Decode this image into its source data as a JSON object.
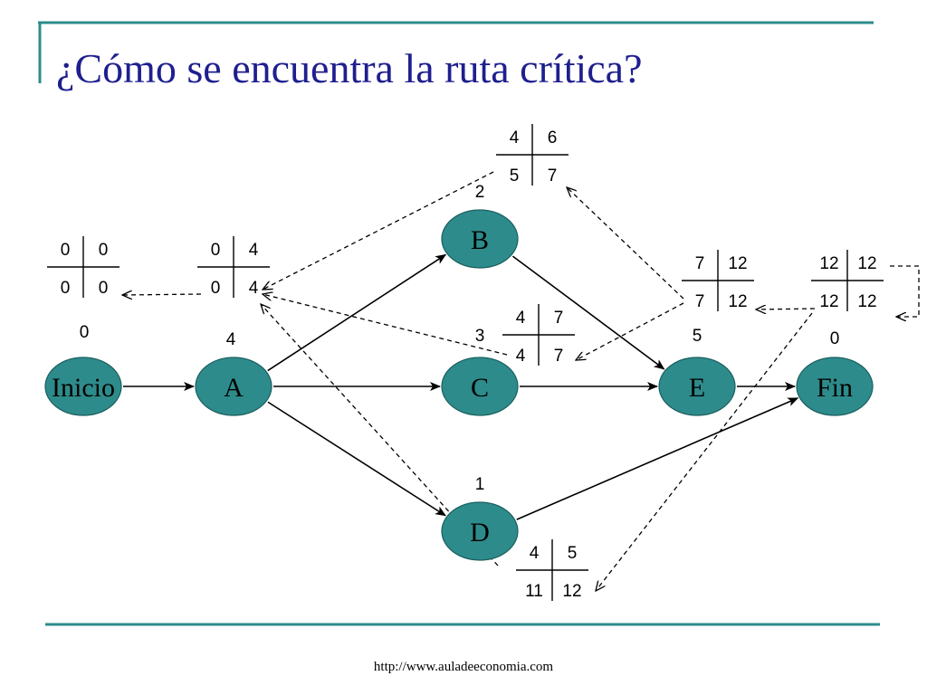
{
  "title": "¿Cómo se encuentra la ruta crítica?",
  "footer": "http://www.auladeeconomia.com",
  "colors": {
    "accent": "#2e8b8b",
    "title": "#1f1f8f",
    "node_fill": "#2e8b8b",
    "node_stroke": "#1a5f5f"
  },
  "nodes": [
    {
      "id": "Inicio",
      "label": "Inicio",
      "duration": "0",
      "times": {
        "es": "0",
        "ef": "0",
        "ls": "0",
        "lf": "0"
      }
    },
    {
      "id": "A",
      "label": "A",
      "duration": "4",
      "times": {
        "es": "0",
        "ef": "4",
        "ls": "0",
        "lf": "4"
      }
    },
    {
      "id": "B",
      "label": "B",
      "duration": "2",
      "times": {
        "es": "4",
        "ef": "6",
        "ls": "5",
        "lf": "7"
      }
    },
    {
      "id": "C",
      "label": "C",
      "duration": "3",
      "times": {
        "es": "4",
        "ef": "7",
        "ls": "4",
        "lf": "7"
      }
    },
    {
      "id": "D",
      "label": "D",
      "duration": "1",
      "times": {
        "es": "4",
        "ef": "5",
        "ls": "11",
        "lf": "12"
      }
    },
    {
      "id": "E",
      "label": "E",
      "duration": "5",
      "times": {
        "es": "7",
        "ef": "12",
        "ls": "7",
        "lf": "12"
      }
    },
    {
      "id": "Fin",
      "label": "Fin",
      "duration": "0",
      "times": {
        "es": "12",
        "ef": "12",
        "ls": "12",
        "lf": "12"
      }
    }
  ],
  "edges": [
    {
      "from": "Inicio",
      "to": "A"
    },
    {
      "from": "A",
      "to": "B"
    },
    {
      "from": "A",
      "to": "C"
    },
    {
      "from": "A",
      "to": "D"
    },
    {
      "from": "B",
      "to": "E"
    },
    {
      "from": "C",
      "to": "E"
    },
    {
      "from": "E",
      "to": "Fin"
    },
    {
      "from": "D",
      "to": "Fin"
    }
  ],
  "backward_pass": [
    {
      "from": "Fin",
      "to": "Fin"
    },
    {
      "from": "Fin",
      "to": "E"
    },
    {
      "from": "Fin",
      "to": "D"
    },
    {
      "from": "E",
      "to": "B"
    },
    {
      "from": "E",
      "to": "C"
    },
    {
      "from": "B",
      "to": "A"
    },
    {
      "from": "C",
      "to": "A"
    },
    {
      "from": "D",
      "to": "A"
    },
    {
      "from": "A",
      "to": "Inicio"
    }
  ]
}
